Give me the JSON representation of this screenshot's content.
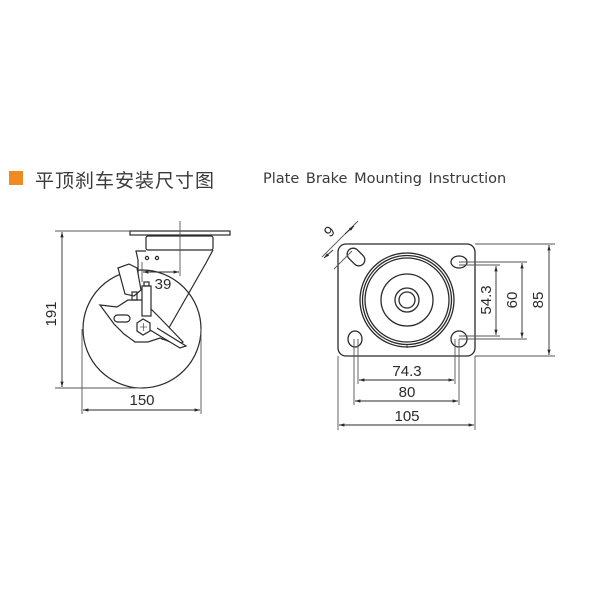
{
  "header": {
    "bullet_color": "#ee8a1f",
    "title_cn": "平顶刹车安装尺寸图",
    "title_en": "Plate Brake Mounting Instruction"
  },
  "side_view": {
    "dim_height": "191",
    "dim_width": "150",
    "dim_offset": "39"
  },
  "plate_view": {
    "dim_hole": "9",
    "dim_hole_spacing_x_inner": "74.3",
    "dim_hole_spacing_x": "80",
    "dim_plate_width": "105",
    "dim_hole_spacing_y_inner": "54.3",
    "dim_hole_spacing_y": "60",
    "dim_plate_height": "85"
  },
  "colors": {
    "line": "#2a2a2a",
    "dim_line": "#555555",
    "accent": "#ee8a1f"
  }
}
